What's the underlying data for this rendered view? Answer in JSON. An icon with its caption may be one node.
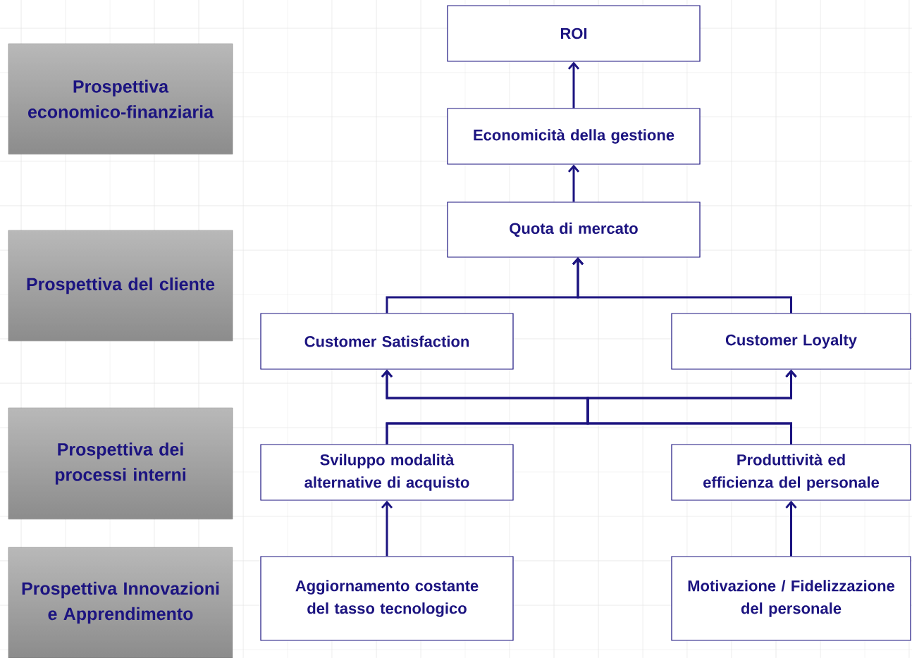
{
  "diagram": {
    "nodes": [
      {
        "text": [
          "Prospettiva economico-finanziaria"
        ]
      },
      {
        "text": [
          "Prospettiva del cliente"
        ]
      },
      {
        "text": [
          "Prospettiva dei processi interni"
        ]
      },
      {
        "text": [
          "Prospettiva Innovazioni e Apprendimento"
        ]
      },
      {
        "text": [
          "ROI"
        ]
      },
      {
        "text": [
          "Economicità della gestione"
        ]
      },
      {
        "text": [
          "Quota di mercato"
        ]
      },
      {
        "text": [
          "Customer Satisfaction"
        ]
      },
      {
        "text": [
          "Customer Loyalty"
        ]
      },
      {
        "text": [
          "Sviluppo modalità alternative di acquisto"
        ]
      },
      {
        "text": [
          "Produttività ed efficienza del personale"
        ]
      },
      {
        "text": [
          "Aggiornamento costante del tasso tecnologico"
        ]
      },
      {
        "text": [
          "Motivazione / Fidelizzazione del personale"
        ]
      }
    ],
    "edges": [
      {
        "from": 5,
        "to": 4,
        "arrow": "to"
      },
      {
        "from": 6,
        "to": 5,
        "arrow": "to"
      },
      {
        "from": 7,
        "to": 6,
        "arrow": "to"
      },
      {
        "from": 8,
        "to": 6,
        "arrow": "to"
      },
      {
        "from": 9,
        "to": 7,
        "arrow": "to"
      },
      {
        "from": 9,
        "to": 8,
        "arrow": "to"
      },
      {
        "from": 10,
        "to": 7,
        "arrow": "to"
      },
      {
        "from": 10,
        "to": 8,
        "arrow": "to"
      },
      {
        "from": 11,
        "to": 9,
        "arrow": "to"
      },
      {
        "from": 12,
        "to": 10,
        "arrow": "to"
      }
    ]
  }
}
